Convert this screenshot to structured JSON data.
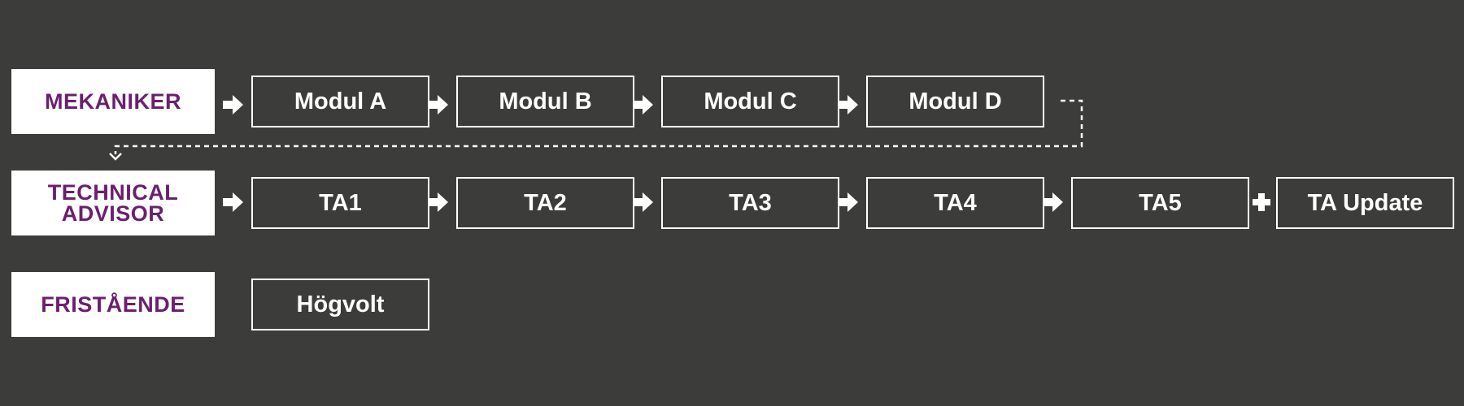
{
  "rows": [
    {
      "label_lines": [
        "MEKANIKER"
      ],
      "modules": [
        "Modul A",
        "Modul B",
        "Modul C",
        "Modul D"
      ]
    },
    {
      "label_lines": [
        "TECHNICAL",
        "ADVISOR"
      ],
      "modules": [
        "TA1",
        "TA2",
        "TA3",
        "TA4",
        "TA5"
      ],
      "extra_module": "TA Update"
    },
    {
      "label_lines": [
        "FRISTÅENDE"
      ],
      "modules": [
        "Högvolt"
      ]
    }
  ],
  "colors": {
    "background": "#3c3c3b",
    "label_bg": "#ffffff",
    "label_text": "#6b1f6f",
    "module_border": "#ffffff",
    "module_text": "#ffffff"
  },
  "icons": {
    "step": "arrow-right-icon",
    "join": "plus-icon",
    "continue": "dashed-connector"
  }
}
